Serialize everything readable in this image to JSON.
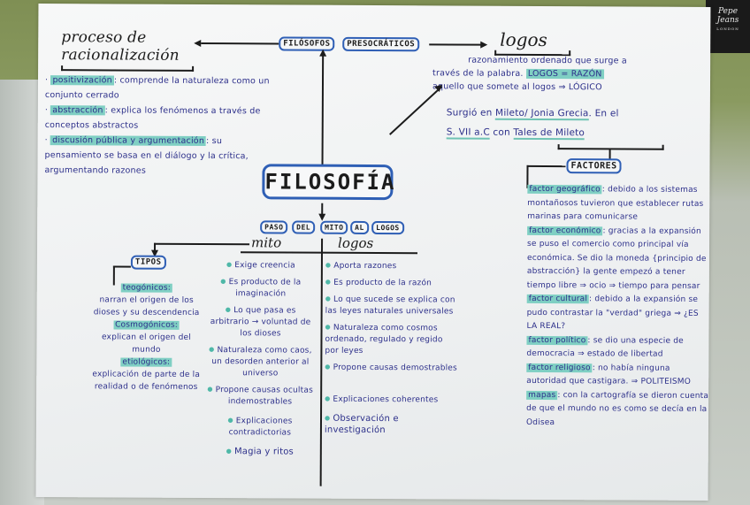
{
  "central": {
    "title": "FILOSOFÍA",
    "presocraticos": [
      "FILÓSOFOS",
      "PRESOCRÁTICOS"
    ],
    "paso": [
      "PASO",
      "DEL",
      "MITO",
      "AL",
      "LOGOS"
    ]
  },
  "proceso": {
    "title_line1": "proceso de",
    "title_line2": "racionalización",
    "items": [
      {
        "label": "positivización",
        "text": ": comprende la naturaleza como un conjunto cerrado"
      },
      {
        "label": "abstracción",
        "text": ": explica los fenómenos a través de conceptos abstractos"
      },
      {
        "label": "discusión pública y argumentación",
        "text": ": su pensamiento se basa en el diálogo y la crítica, argumentando razones"
      }
    ]
  },
  "logos": {
    "title": "logos",
    "line1": "razonamiento ordenado que surge a",
    "line2": "través de la palabra.",
    "highlight": "LOGOS = RAZÓN",
    "line3": "aquello que somete al logos ⇒ LÓGICO"
  },
  "origen": {
    "text1": "Surgió en ",
    "place": "Mileto/ Jonia Grecia",
    "text2": ". En el",
    "century": "S. VII a.C",
    "text3": " con ",
    "person": "Tales de Mileto"
  },
  "factores": {
    "title": "FACTORES",
    "items": [
      {
        "label": "factor geográfico",
        "text": ": debido a los sistemas montañosos tuvieron que establecer rutas marinas para comunicarse"
      },
      {
        "label": "factor económico",
        "text": ": gracias a la expansión se puso el comercio como principal vía económica. Se dio la moneda {principio de abstracción} la gente empezó a tener tiempo libre ⇒ ocio ⇒ tiempo para pensar"
      },
      {
        "label": "factor cultural",
        "text": ": debido a la expansión se pudo contrastar la \"verdad\" griega ⇒ ¿ES LA REAL?"
      },
      {
        "label": "factor político",
        "text": ": se dio una especie de democracia ⇒ estado de libertad"
      },
      {
        "label": "factor religioso",
        "text": ": no había ninguna autoridad que castigara. ⇒ POLITEISMO"
      },
      {
        "label": "mapas",
        "text": ": con la cartografía se dieron cuenta de que el mundo no es como se decía en la Odisea"
      }
    ]
  },
  "tipos": {
    "title": "TIPOS",
    "items": [
      {
        "label": "teogónicos:",
        "text": "narran el origen de los dioses y su descendencia"
      },
      {
        "label": "Cosmogónicos:",
        "text": "explican el origen del mundo"
      },
      {
        "label": "etiológicos:",
        "text": "explicación de parte de la realidad o de fenómenos"
      }
    ]
  },
  "comparison": {
    "mito_header": "mito",
    "logos_header": "logos",
    "mito": [
      "Exige creencia",
      "Es producto de la imaginación",
      "Lo que pasa es arbitrario → voluntad de los dioses",
      "Naturaleza como caos, un desorden anterior al universo",
      "Propone causas ocultas indemostrables",
      "Explicaciones contradictorias",
      "Magia y ritos"
    ],
    "logos": [
      "Aporta razones",
      "Es producto de la razón",
      "Lo que sucede se explica con las leyes naturales universales",
      "Naturaleza como cosmos ordenado, regulado y regido por leyes",
      "Propone causas demostrables",
      "Explicaciones coherentes",
      "Observación e investigación"
    ]
  },
  "brand": {
    "name": "Pepe Jeans",
    "city": "LONDON"
  },
  "colors": {
    "ink": "#2c2f8a",
    "highlight": "#7fcfc3",
    "box_border": "#2f5fb5",
    "black_ink": "#1c1c1c"
  }
}
